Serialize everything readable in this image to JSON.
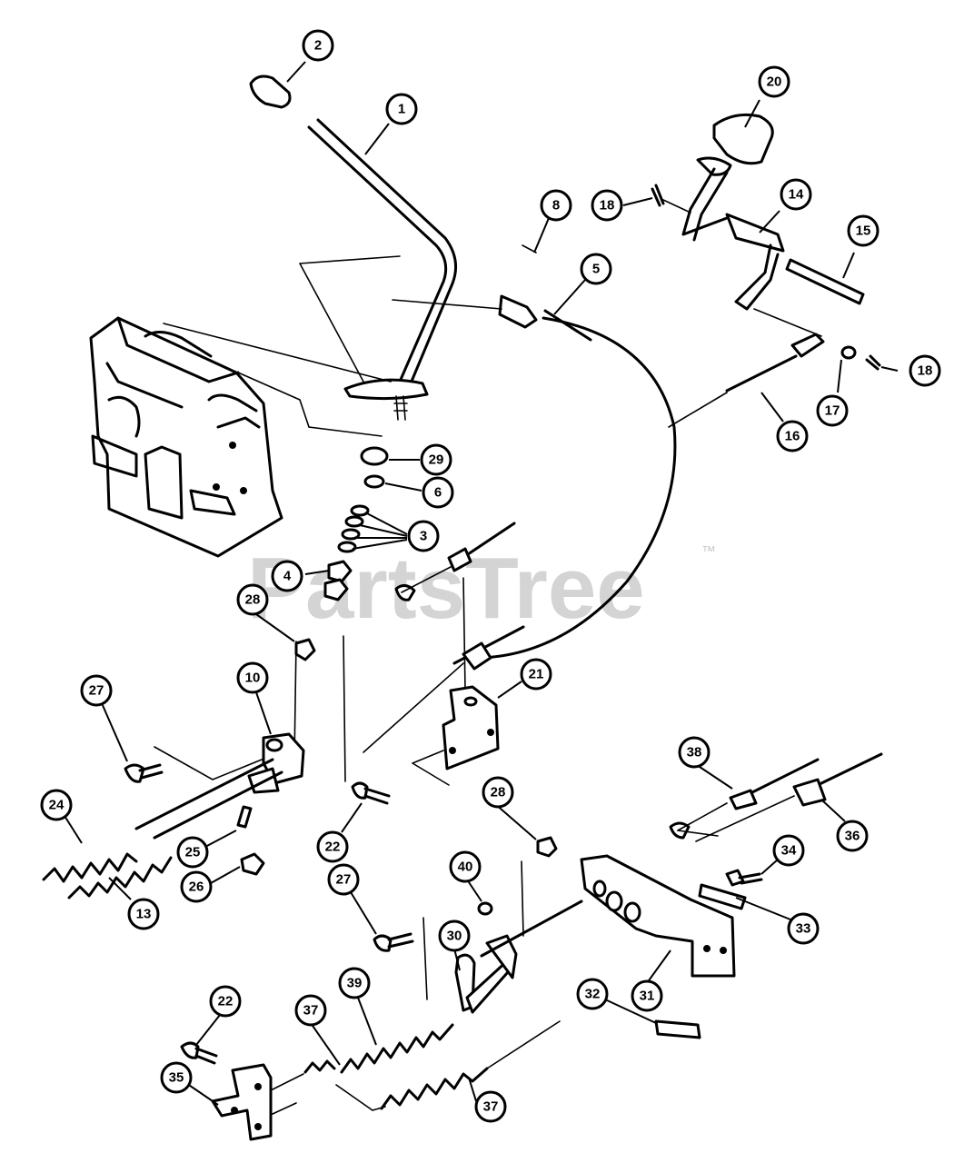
{
  "watermark": {
    "text": "PartsTree",
    "trademark": "™"
  },
  "callouts": [
    {
      "id": "c1",
      "label": "1"
    },
    {
      "id": "c2",
      "label": "2"
    },
    {
      "id": "c3",
      "label": "3"
    },
    {
      "id": "c4",
      "label": "4"
    },
    {
      "id": "c5",
      "label": "5"
    },
    {
      "id": "c6",
      "label": "6"
    },
    {
      "id": "c8",
      "label": "8"
    },
    {
      "id": "c10",
      "label": "10"
    },
    {
      "id": "c13",
      "label": "13"
    },
    {
      "id": "c14",
      "label": "14"
    },
    {
      "id": "c15",
      "label": "15"
    },
    {
      "id": "c16",
      "label": "16"
    },
    {
      "id": "c17",
      "label": "17"
    },
    {
      "id": "c18a",
      "label": "18"
    },
    {
      "id": "c18b",
      "label": "18"
    },
    {
      "id": "c20",
      "label": "20"
    },
    {
      "id": "c21",
      "label": "21"
    },
    {
      "id": "c22a",
      "label": "22"
    },
    {
      "id": "c22b",
      "label": "22"
    },
    {
      "id": "c24",
      "label": "24"
    },
    {
      "id": "c25",
      "label": "25"
    },
    {
      "id": "c26",
      "label": "26"
    },
    {
      "id": "c27a",
      "label": "27"
    },
    {
      "id": "c27b",
      "label": "27"
    },
    {
      "id": "c28a",
      "label": "28"
    },
    {
      "id": "c28b",
      "label": "28"
    },
    {
      "id": "c29",
      "label": "29"
    },
    {
      "id": "c30",
      "label": "30"
    },
    {
      "id": "c31",
      "label": "31"
    },
    {
      "id": "c32",
      "label": "32"
    },
    {
      "id": "c33",
      "label": "33"
    },
    {
      "id": "c34",
      "label": "34"
    },
    {
      "id": "c35",
      "label": "35"
    },
    {
      "id": "c36",
      "label": "36"
    },
    {
      "id": "c37a",
      "label": "37"
    },
    {
      "id": "c37b",
      "label": "37"
    },
    {
      "id": "c38",
      "label": "38"
    },
    {
      "id": "c39",
      "label": "39"
    },
    {
      "id": "c40",
      "label": "40"
    }
  ]
}
